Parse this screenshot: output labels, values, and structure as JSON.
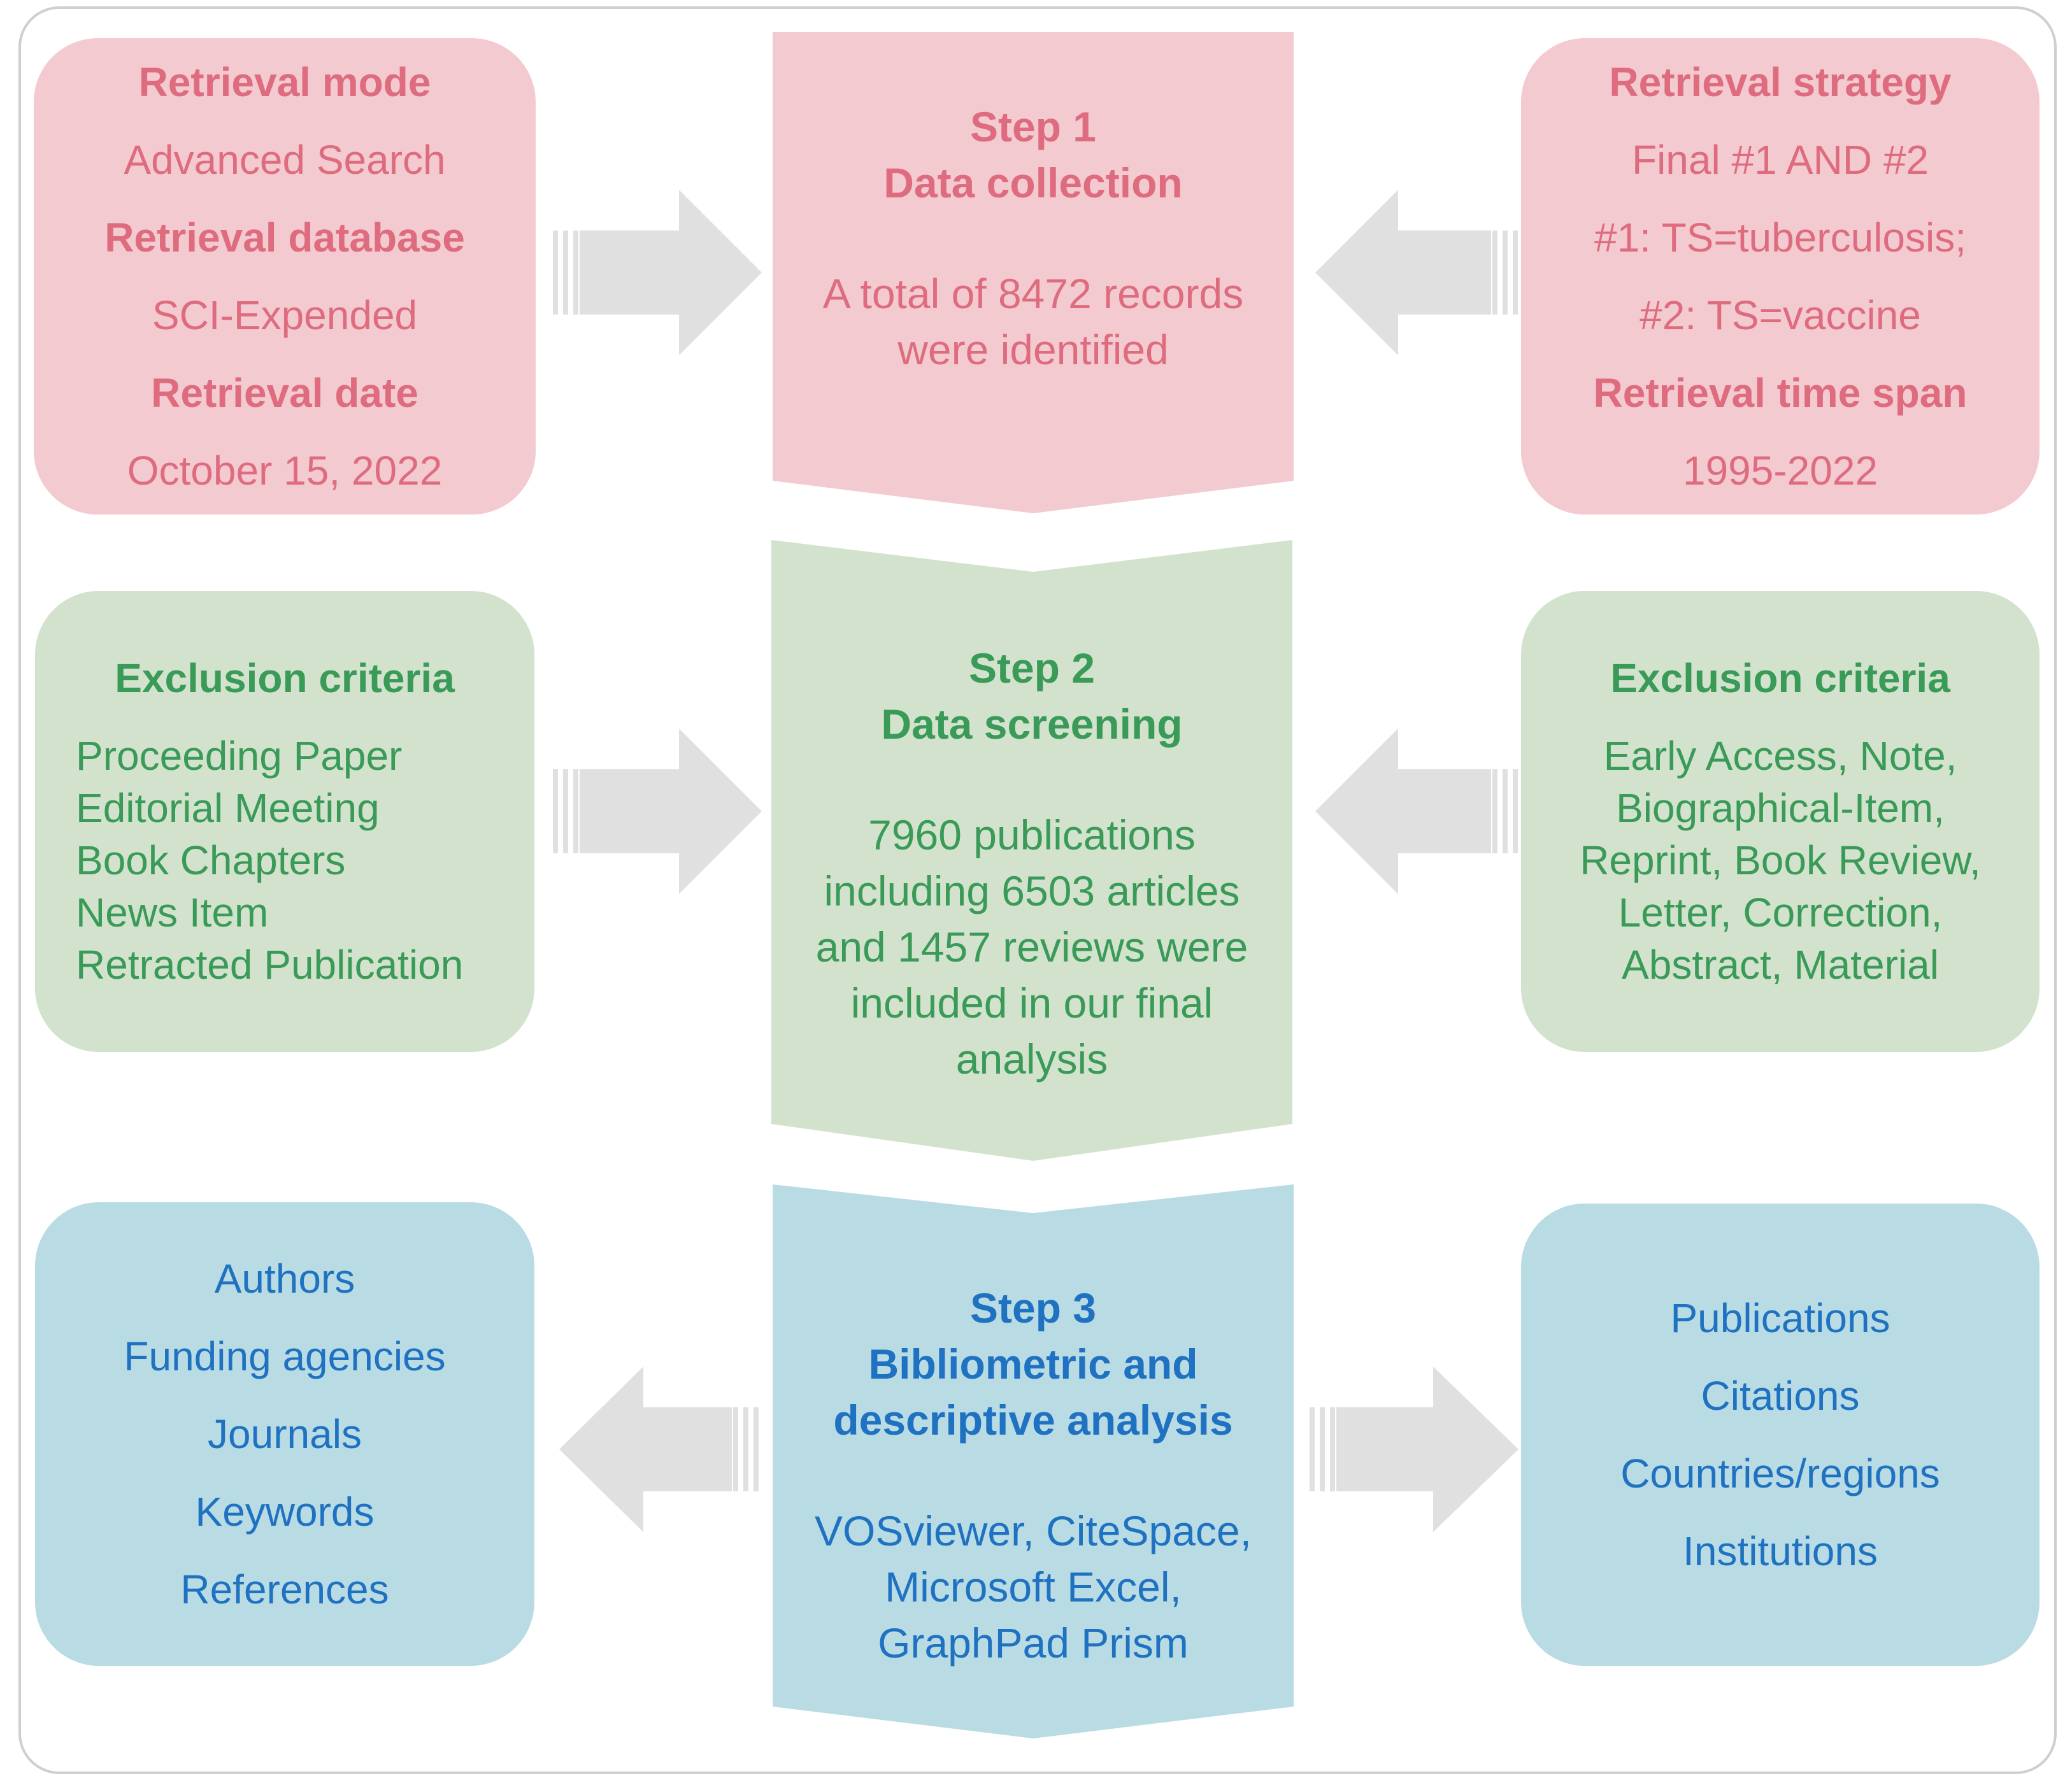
{
  "colors": {
    "pink_fill": "#f3cad0",
    "pink_text": "#de6c7e",
    "green_fill": "#d2e2cc",
    "green_text": "#3a9a58",
    "blue_fill": "#b9dbe3",
    "blue_text": "#1f72c1",
    "arrow": "#e0e0e0"
  },
  "step1": {
    "title": "Step 1",
    "subtitle": "Data collection",
    "body": [
      "A total of 8472 records",
      "were identified"
    ],
    "left": [
      {
        "text": "Retrieval mode",
        "bold": true
      },
      {
        "text": "Advanced Search",
        "bold": false
      },
      {
        "text": "Retrieval database",
        "bold": true
      },
      {
        "text": "SCI-Expended",
        "bold": false
      },
      {
        "text": "Retrieval date",
        "bold": true
      },
      {
        "text": "October 15, 2022",
        "bold": false
      }
    ],
    "right": [
      {
        "text": "Retrieval strategy",
        "bold": true
      },
      {
        "text": "Final #1 AND #2",
        "bold": false
      },
      {
        "text": "#1: TS=tuberculosis;",
        "bold": false
      },
      {
        "text": "#2: TS=vaccine",
        "bold": false
      },
      {
        "text": "Retrieval time span",
        "bold": true
      },
      {
        "text": "1995-2022",
        "bold": false
      }
    ]
  },
  "step2": {
    "title": "Step 2",
    "subtitle": "Data screening",
    "body": [
      "7960 publications",
      "including 6503 articles",
      "and 1457 reviews were",
      "included in our final",
      "analysis"
    ],
    "left": {
      "heading": "Exclusion criteria",
      "items": [
        "Proceeding Paper",
        "Editorial Meeting",
        "Book Chapters",
        "News Item",
        "Retracted Publication"
      ]
    },
    "right": {
      "heading": "Exclusion criteria",
      "items": [
        "Early Access, Note,",
        "Biographical-Item,",
        "Reprint, Book Review,",
        "Letter, Correction,",
        "Abstract, Material"
      ]
    }
  },
  "step3": {
    "title": "Step 3",
    "subtitle": [
      "Bibliometric and",
      "descriptive analysis"
    ],
    "body": [
      "VOSviewer, CiteSpace,",
      "Microsoft Excel,",
      "GraphPad Prism"
    ],
    "left": [
      "Authors",
      "Funding agencies",
      "Journals",
      "Keywords",
      "References"
    ],
    "right": [
      "Publications",
      "Citations",
      "Countries/regions",
      "Institutions"
    ]
  }
}
